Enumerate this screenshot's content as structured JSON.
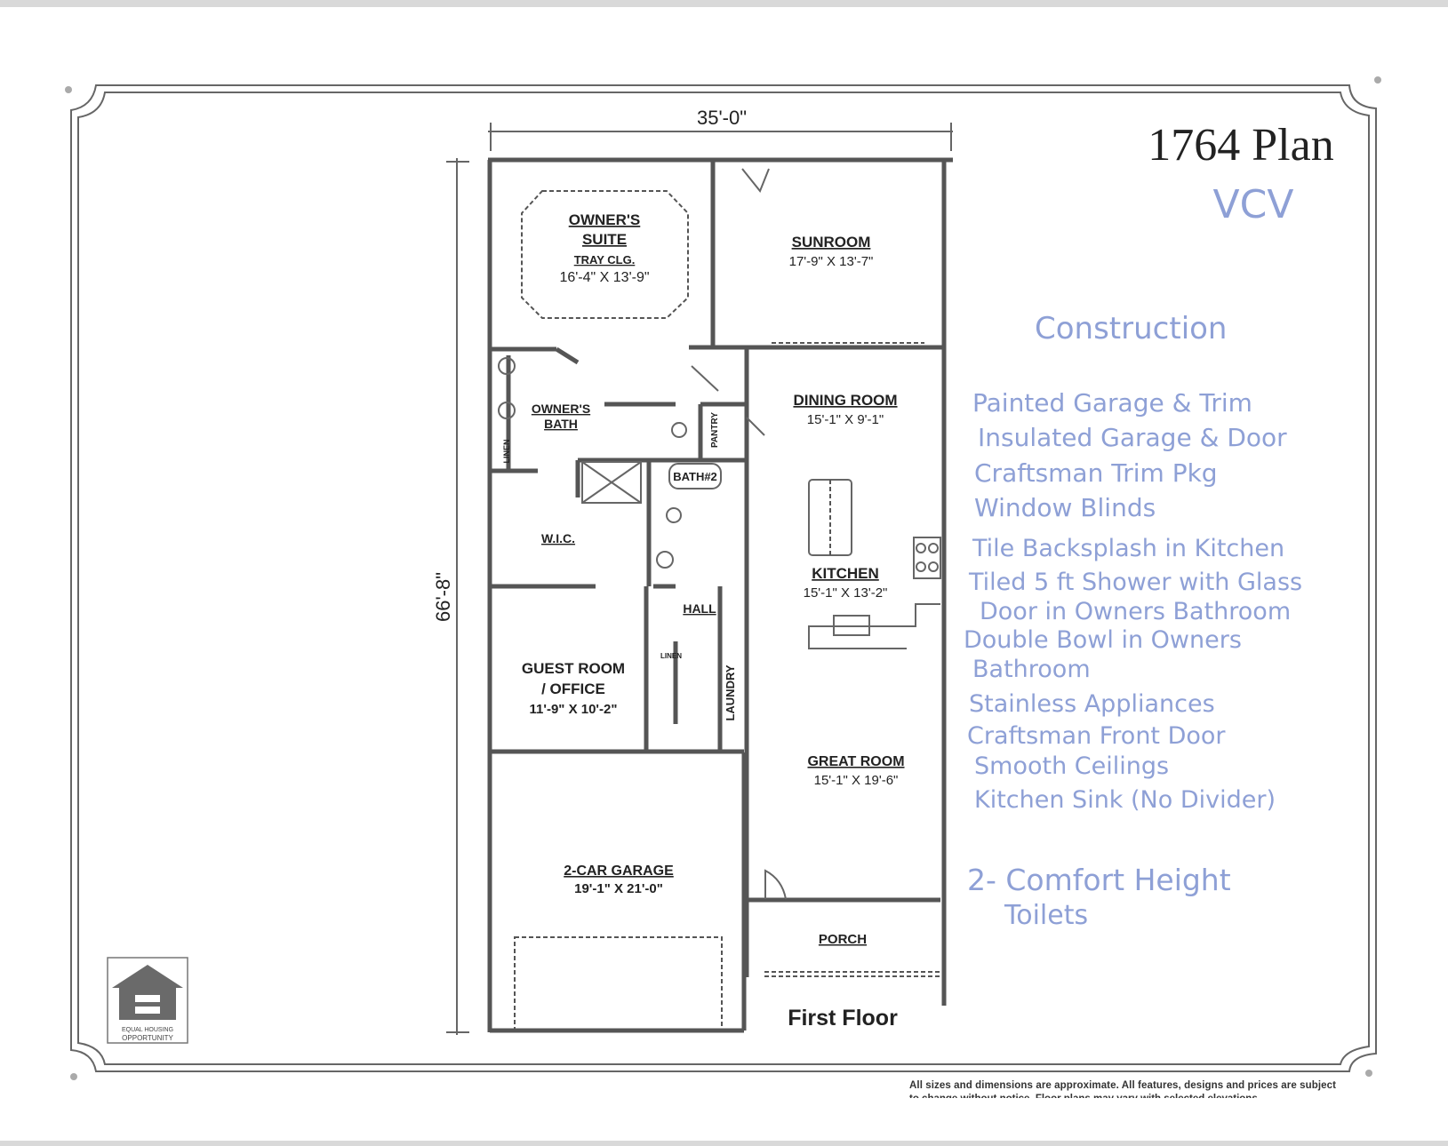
{
  "title": "1764 Plan",
  "subtitle_handwritten": "VCV",
  "dimensions": {
    "width": "35'-0\"",
    "depth": "66'-8\""
  },
  "floor_label": "First Floor",
  "rooms": {
    "owners_suite": {
      "name1": "OWNER'S",
      "name2": "SUITE",
      "note": "TRAY CLG.",
      "size": "16'-4\" X 13'-9\""
    },
    "sunroom": {
      "name": "SUNROOM",
      "size": "17'-9\" X 13'-7\""
    },
    "owners_bath": {
      "name1": "OWNER'S",
      "name2": "BATH"
    },
    "pantry": "PANTRY",
    "linen": "LINEN",
    "bath2": "BATH#2",
    "wic": "W.I.C.",
    "dining": {
      "name": "DINING ROOM",
      "size": "15'-1\" X 9'-1\""
    },
    "kitchen": {
      "name": "KITCHEN",
      "size": "15'-1\" X 13'-2\""
    },
    "hall": "HALL",
    "linen2": "LINEN",
    "laundry": "LAUNDRY",
    "guest": {
      "name1": "GUEST ROOM",
      "name2": "/ OFFICE",
      "size": "11'-9\" X 10'-2\""
    },
    "great_room": {
      "name": "GREAT ROOM",
      "size": "15'-1\" X 19'-6\""
    },
    "garage": {
      "name": "2-CAR GARAGE",
      "size": "19'-1\" X 21'-0\""
    },
    "porch": "PORCH"
  },
  "notes": {
    "heading": "Construction",
    "items": [
      "Painted Garage & Trim",
      "Insulated Garage & Door",
      "Craftsman Trim Pkg",
      "Window Blinds",
      "Tile Backsplash in Kitchen",
      "Tiled 5 ft Shower with Glass",
      "Door in Owners Bathroom",
      "Double Bowl in Owners",
      "Bathroom",
      "Stainless Appliances",
      "Craftsman Front Door",
      "Smooth Ceilings",
      "Kitchen Sink (No Divider)"
    ],
    "extra1": "2- Comfort Height",
    "extra2": "Toilets"
  },
  "logo": {
    "text1": "EQUAL HOUSING",
    "text2": "OPPORTUNITY"
  },
  "disclaimer": {
    "line1": "All sizes and dimensions are approximate. All features, designs and prices are subject",
    "line2": "to change without notice. Floor plans may vary with selected elevations."
  },
  "colors": {
    "ink": "#8ea0d6",
    "wall": "#555555"
  }
}
